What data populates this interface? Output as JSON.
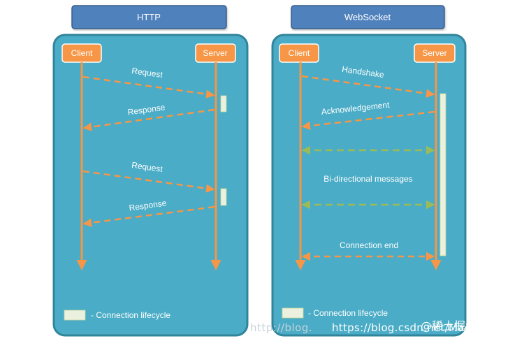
{
  "panels": {
    "http": {
      "title": "HTTP",
      "client_label": "Client",
      "server_label": "Server",
      "messages": [
        "Request",
        "Response",
        "Request",
        "Response"
      ],
      "legend": "- Connection lifecycle"
    },
    "websocket": {
      "title": "WebSocket",
      "client_label": "Client",
      "server_label": "Server",
      "messages": [
        "Handshake",
        "Acknowledgement",
        "Bi-directional messages",
        "Connection end"
      ],
      "legend": "- Connection lifecycle"
    }
  },
  "watermark": {
    "faded_url": "http://blog.",
    "url": "https://blog.csdn.net/Macyiz",
    "credit": "@稀土掘金技术社区"
  },
  "colors": {
    "title_fill": "#4f81bd",
    "panel_fill": "#4aacc6",
    "panel_border": "#31859b",
    "actor_fill": "#f79646",
    "lifeline": "#f79646",
    "message_arrow": "#f79646",
    "bidirectional_arrow": "#9bbb59",
    "lifecycle_fill": "#ebf1de"
  }
}
